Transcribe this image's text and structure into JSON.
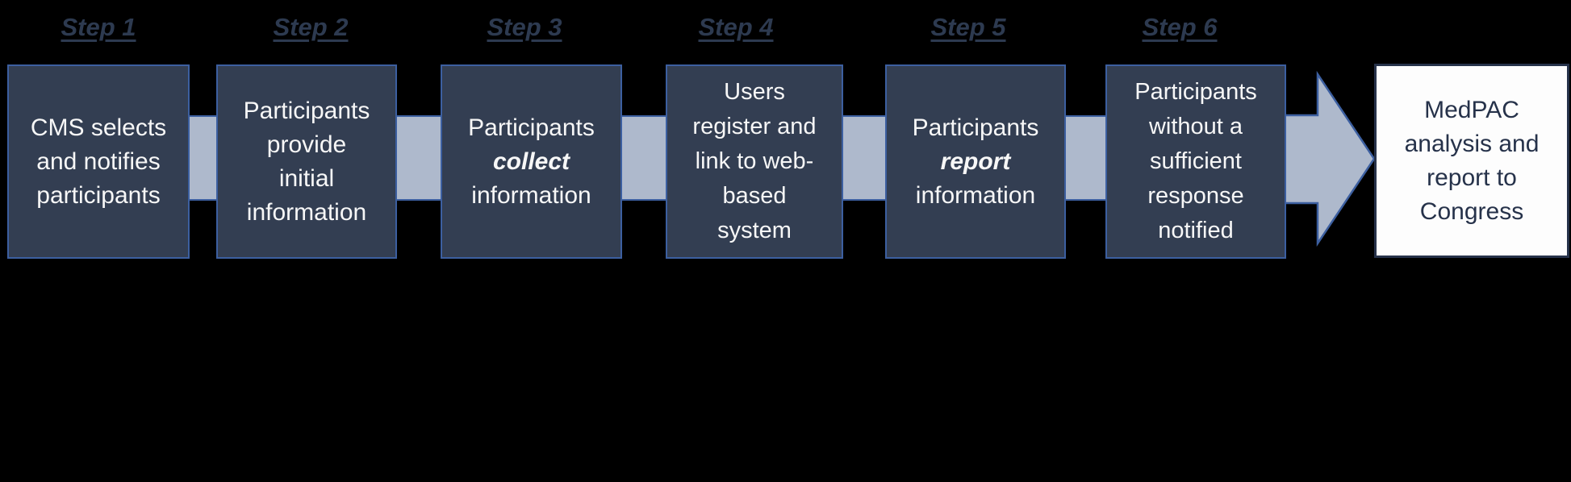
{
  "title": "Six-step process flow diagram",
  "colors": {
    "background": "#000000",
    "step_box_fill": "#333e52",
    "step_box_border": "#3c5fa0",
    "step_box_text": "#f7f7f7",
    "step_label_text": "#2d3a50",
    "connector_fill": "#aeb9cc",
    "arrow_fill": "#aeb9cc",
    "arrow_border": "#3c5fa0",
    "final_box_fill": "#fdfdfd",
    "final_box_border": "#26324a",
    "final_box_text": "#26324a"
  },
  "steps": [
    {
      "label": "Step 1",
      "lines": [
        {
          "t": "CMS selects"
        },
        {
          "t": "and notifies"
        },
        {
          "t": "participants"
        }
      ]
    },
    {
      "label": "Step 2",
      "lines": [
        {
          "t": "Participants"
        },
        {
          "t": "provide"
        },
        {
          "t": "initial"
        },
        {
          "t": "information"
        }
      ]
    },
    {
      "label": "Step 3",
      "lines": [
        {
          "t": "Participants"
        },
        {
          "t": "collect",
          "em": true
        },
        {
          "t": "information"
        }
      ]
    },
    {
      "label": "Step 4",
      "lines": [
        {
          "t": "Users"
        },
        {
          "t": "register and"
        },
        {
          "t": "link to web-"
        },
        {
          "t": "based"
        },
        {
          "t": "system"
        }
      ]
    },
    {
      "label": "Step 5",
      "lines": [
        {
          "t": "Participants"
        },
        {
          "t": "report",
          "em": true
        },
        {
          "t": "information"
        }
      ]
    },
    {
      "label": "Step 6",
      "lines": [
        {
          "t": "Participants"
        },
        {
          "t": "without a"
        },
        {
          "t": "sufficient"
        },
        {
          "t": "response"
        },
        {
          "t": "notified"
        }
      ]
    }
  ],
  "final_box": {
    "lines": [
      {
        "t": "MedPAC"
      },
      {
        "t": "analysis and"
      },
      {
        "t": "report to"
      },
      {
        "t": "Congress"
      }
    ]
  }
}
